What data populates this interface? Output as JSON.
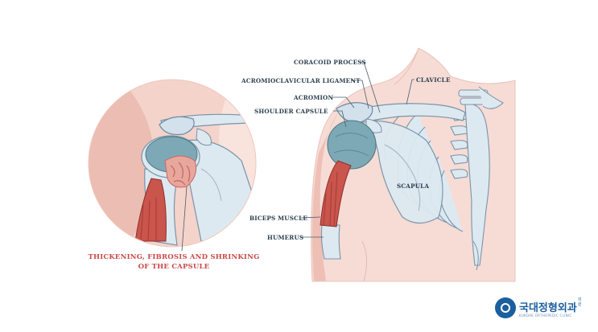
{
  "labels": {
    "coracoid_process": "CORACOID PROCESS",
    "acromioclavicular_ligament": "ACROMIOCLAVICULAR LIGAMENT",
    "acromion": "ACROMION",
    "shoulder_capsule": "SHOULDER CAPSULE",
    "clavicle": "CLAVICLE",
    "scapula": "SCAPULA",
    "biceps_muscle": "BICEPS MUSCLE",
    "humerus": "HUMERUS"
  },
  "caption": {
    "line1": "THICKENING, FIBROSIS AND SHRINKING",
    "line2": "OF THE CAPSULE"
  },
  "logo": {
    "name": "국대정형외과",
    "suffix": "의원",
    "subtitle": "KUKDAE ORTHOPEDIC CLINIC"
  },
  "colors": {
    "skin": "#f6dcd5",
    "skin_shadow": "#eebfb5",
    "bone": "#dde9f1",
    "bone_outline": "#7a93a8",
    "capsule": "#7da9b6",
    "muscle": "#c9554d",
    "inflamed": "#e8a79c",
    "caption_red": "#c94a48",
    "logo_blue": "#1b5f9e"
  }
}
